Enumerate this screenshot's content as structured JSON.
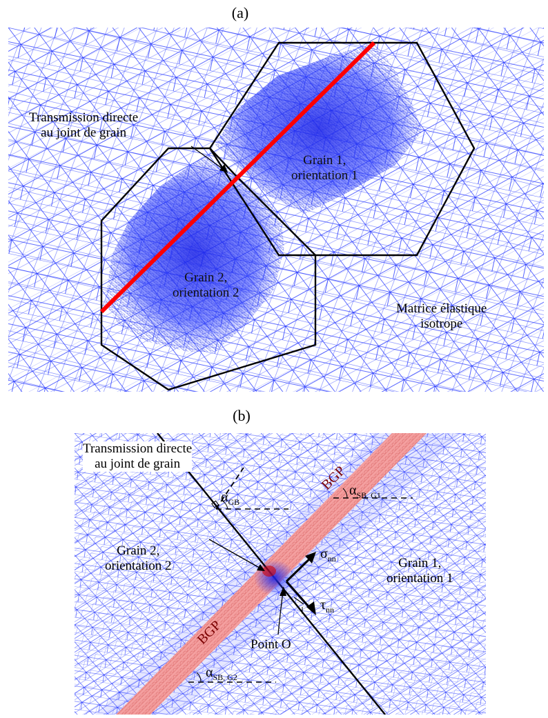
{
  "panel_a": {
    "label": "(a)",
    "transmission": [
      "Transmission directe",
      "au joint de grain"
    ],
    "grain1": [
      "Grain 1,",
      "orientation 1"
    ],
    "grain2": [
      "Grain 2,",
      "orientation 2"
    ],
    "matrix": [
      "Matrice élastique",
      "isotrope"
    ]
  },
  "panel_b": {
    "label": "(b)",
    "transmission": [
      "Transmission directe",
      "au joint de grain"
    ],
    "grain1": [
      "Grain 1,",
      "orientation 1"
    ],
    "grain2": [
      "Grain 2,",
      "orientation 2"
    ],
    "bgp_upper": "BGP",
    "bgp_lower": "BGP",
    "point_o": "Point O",
    "alpha_gb": {
      "base": "α",
      "sub": "GB"
    },
    "alpha_sb_g1": {
      "base": "α",
      "sub": "SB, G1"
    },
    "alpha_sb_g2": {
      "base": "α",
      "sub": "SB, G2"
    },
    "sigma_nn": {
      "base": "σ",
      "sub": "nn"
    },
    "tau_nn": {
      "base": "τ",
      "sub": "nn"
    }
  },
  "colors": {
    "mesh": "#2a3cff",
    "slip_band": "#ff0000",
    "band_fill": "#f4a0a0",
    "grain_outline": "#000000"
  }
}
